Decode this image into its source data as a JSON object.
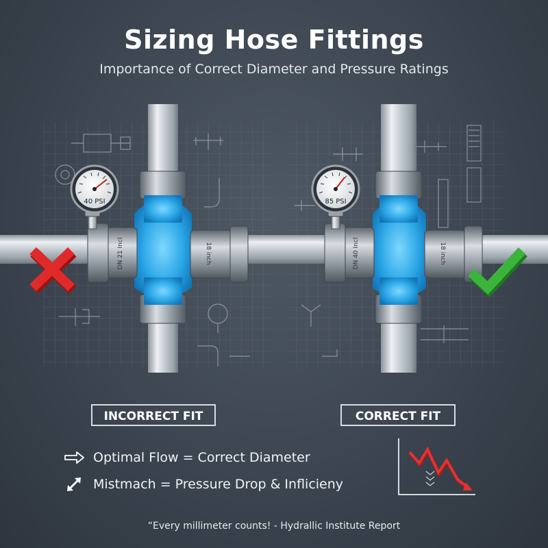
{
  "header": {
    "title": "Sizing Hose Fittings",
    "subtitle": "Importance of Correct Diameter and Pressure Ratings"
  },
  "left_panel": {
    "label": "INCORRECT FIT",
    "gauge_reading": "40 PSI",
    "fitting_marking_1": "DN 21 Incl",
    "fitting_marking_2": "18 inch",
    "status_icon": "red-x-icon"
  },
  "right_panel": {
    "label": "CORRECT FIT",
    "gauge_reading": "85 PSI",
    "fitting_marking_1": "DN 40 Incl",
    "fitting_marking_2": "18 inch",
    "status_icon": "green-check-icon"
  },
  "legend": {
    "item1": {
      "icon": "right-arrow-icon",
      "text": "Optimal Flow = Correct Diameter"
    },
    "item2": {
      "icon": "diagonal-double-arrow-icon",
      "text": "Mistmach = Pressure Drop & Inflicieny"
    }
  },
  "quote": "“Every millimeter counts! - Hydrallic Institute Report",
  "colors": {
    "background": "#3c4550",
    "water": "#29a8e8",
    "error_red": "#e02a2a",
    "success_green": "#3cb43c",
    "pipe_steel": "#c9cfd5"
  }
}
